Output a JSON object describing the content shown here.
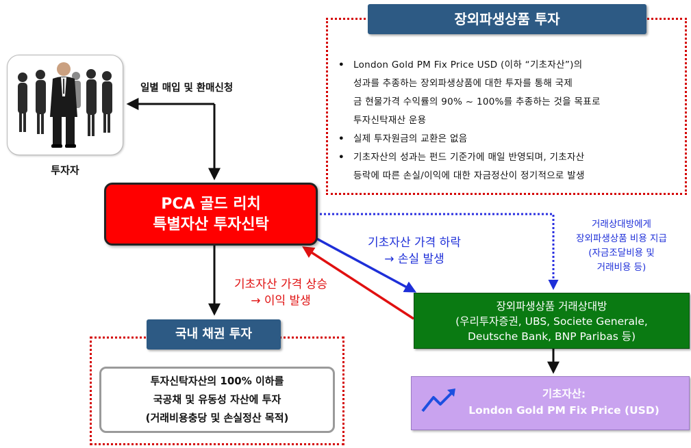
{
  "derivatives": {
    "title": "장외파생상품 투자",
    "bullets": [
      [
        "London Gold PM Fix Price USD (이하 “기초자산”)의",
        "성과를 추종하는 장외파생상품에 대한 투자를 통해 국제",
        "금 현물가격 수익률의 90% ~ 100%를 추종하는 것을 목표로",
        "투자신탁재산 운용"
      ],
      [
        "실제 투자원금의 교환은 없음"
      ],
      [
        "기초자산의 성과는 펀드 기준가에 매일 반영되며, 기초자산",
        "등락에 따른 손실/이익에 대한 자금정산이 정기적으로 발생"
      ]
    ]
  },
  "investor": {
    "label": "투자자",
    "flow_label": "일별 매입 및 환매신청"
  },
  "fund": {
    "line1": "PCA 골드 리치",
    "line2": "특별자산 투자신탁"
  },
  "loss": {
    "line1": "기초자산 가격 하락",
    "line2": "→ 손실 발생"
  },
  "profit": {
    "line1": "기초자산 가격 상승",
    "line2": "→ 이익 발생"
  },
  "cost_note": [
    "거래상대방에게",
    "장외파생상품 비용 지급",
    "(자금조달비용 및",
    "거래비용 등)"
  ],
  "counterparty": {
    "line1": "장외파생상품 거래상대방",
    "line2": "(우리투자증권, UBS, Societe Generale,",
    "line3": "Deutsche Bank, BNP Paribas  등)"
  },
  "underlying": {
    "line1": "기초자산:",
    "line2": "London Gold PM Fix Price (USD)"
  },
  "bonds": {
    "title": "국내 채권 투자",
    "lines": [
      "투자신탁자산의 100% 이하를",
      "국공채 및 유동성 자산에 투자",
      "(거래비용충당 및 손실정산 목적)"
    ]
  },
  "colors": {
    "fund_red": "#ff0000",
    "counterparty_green": "#0a7a12",
    "underlying_purple": "#c9a3ef",
    "navy": "#2d5a84",
    "dotted_red": "#d40000",
    "loss_blue": "#1e2fd8",
    "profit_red": "#e01010"
  },
  "icons": [
    "people-photo",
    "trend-up-icon"
  ]
}
